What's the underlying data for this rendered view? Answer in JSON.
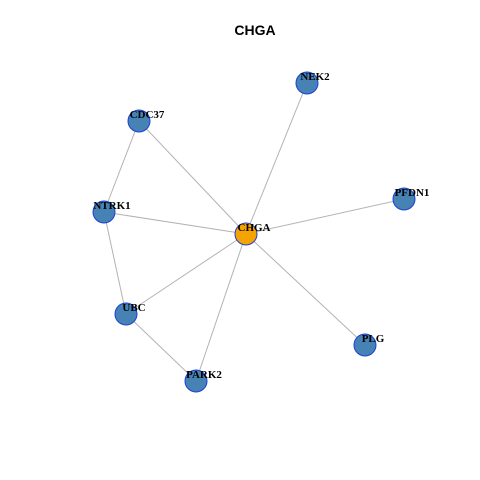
{
  "title": "CHGA",
  "colors": {
    "center_fill": "#f5a300",
    "node_fill": "#4682b4",
    "node_stroke": "#1c3fd8",
    "edge": "#b3b3b3"
  },
  "network": {
    "center": "CHGA",
    "nodes": [
      "CHGA",
      "NEK2",
      "CDC37",
      "PFDN1",
      "NTRK1",
      "UBC",
      "PLG",
      "PARK2"
    ],
    "edges": [
      [
        "CHGA",
        "NEK2"
      ],
      [
        "CHGA",
        "CDC37"
      ],
      [
        "CHGA",
        "PFDN1"
      ],
      [
        "CHGA",
        "NTRK1"
      ],
      [
        "CHGA",
        "UBC"
      ],
      [
        "CHGA",
        "PLG"
      ],
      [
        "CHGA",
        "PARK2"
      ],
      [
        "CDC37",
        "NTRK1"
      ],
      [
        "NTRK1",
        "UBC"
      ],
      [
        "UBC",
        "PARK2"
      ]
    ]
  }
}
